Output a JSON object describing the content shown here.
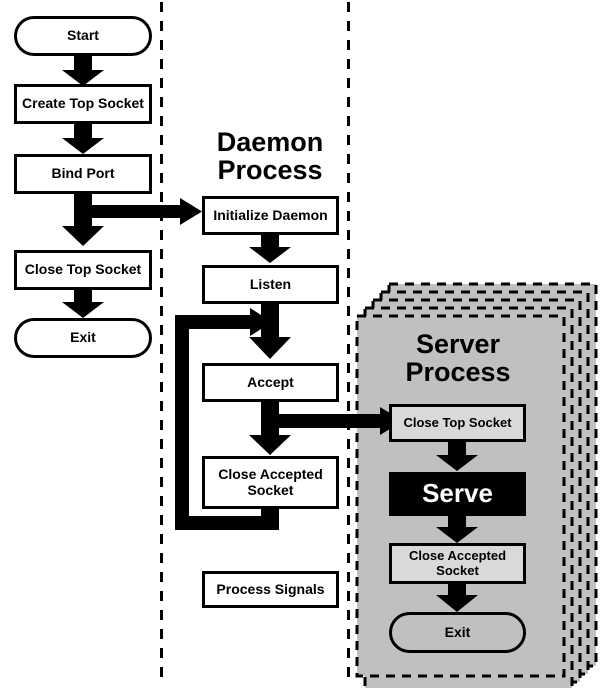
{
  "diagram": {
    "title_daemon": "Daemon\nProcess",
    "title_server": "Server\nProcess",
    "colors": {
      "server_panel_fill": "#c0c0c0",
      "panel_border": "#000000",
      "node_fill": "#ffffff",
      "serve_fill": "#000000",
      "serve_text": "#ffffff",
      "divider": "#000000"
    },
    "columns": [
      {
        "name": "main-program",
        "label": ""
      },
      {
        "name": "daemon-process",
        "label": "Daemon Process"
      },
      {
        "name": "server-process",
        "label": "Server Process"
      }
    ],
    "nodes": {
      "start": "Start",
      "create_top_socket": "Create Top Socket",
      "bind_port": "Bind Port",
      "close_top_socket_main": "Close Top Socket",
      "exit_main": "Exit",
      "initialize_daemon": "Initialize Daemon",
      "listen": "Listen",
      "accept": "Accept",
      "close_accepted_socket_daemon": "Close Accepted\nSocket",
      "process_signals": "Process Signals",
      "close_top_socket_server": "Close Top Socket",
      "serve": "Serve",
      "close_accepted_socket_server": "Close Accepted\nSocket",
      "exit_server": "Exit"
    },
    "server_stack_count": 5
  }
}
